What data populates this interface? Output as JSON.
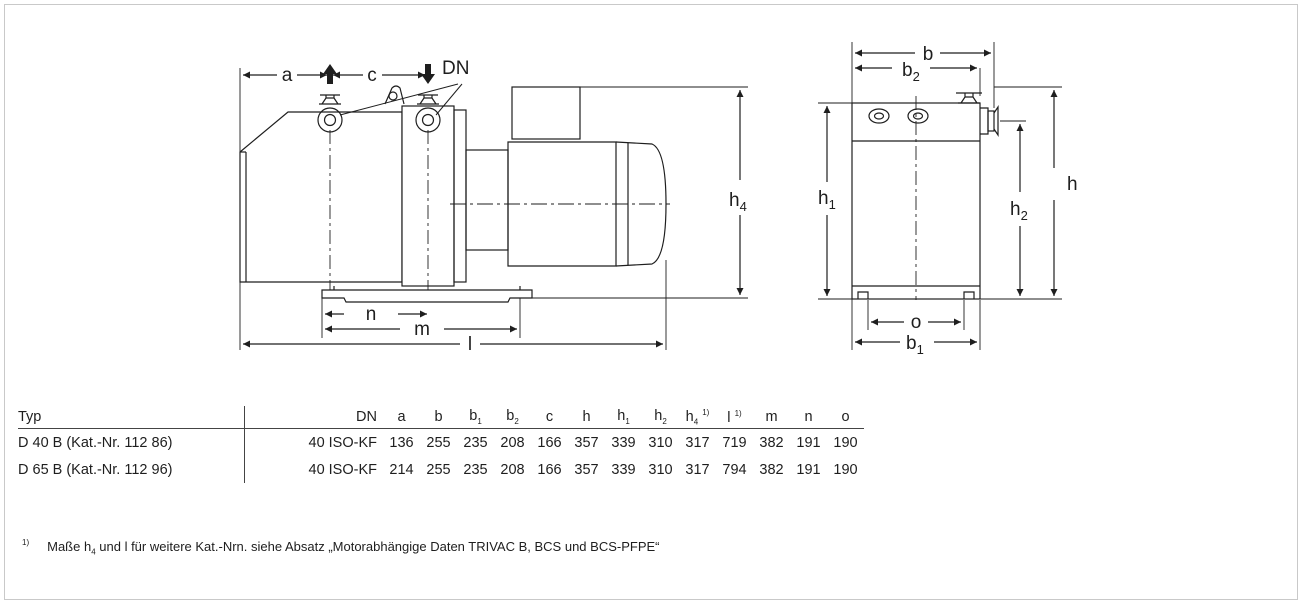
{
  "drawing": {
    "labels": {
      "a": "a",
      "c": "c",
      "dn": "DN",
      "n": "n",
      "m": "m",
      "l": "l",
      "h4": "h",
      "h4_sub": "4",
      "b": "b",
      "b2": "b",
      "b2_sub": "2",
      "h1": "h",
      "h1_sub": "1",
      "h2": "h",
      "h2_sub": "2",
      "h": "h",
      "o": "o",
      "b1": "b",
      "b1_sub": "1"
    }
  },
  "table": {
    "columns": [
      {
        "base": "Typ",
        "sub": "",
        "sup": ""
      },
      {
        "base": "DN",
        "sub": "",
        "sup": ""
      },
      {
        "base": "a",
        "sub": "",
        "sup": ""
      },
      {
        "base": "b",
        "sub": "",
        "sup": ""
      },
      {
        "base": "b",
        "sub": "1",
        "sup": ""
      },
      {
        "base": "b",
        "sub": "2",
        "sup": ""
      },
      {
        "base": "c",
        "sub": "",
        "sup": ""
      },
      {
        "base": "h",
        "sub": "",
        "sup": ""
      },
      {
        "base": "h",
        "sub": "1",
        "sup": ""
      },
      {
        "base": "h",
        "sub": "2",
        "sup": ""
      },
      {
        "base": "h",
        "sub": "4",
        "sup": "1)"
      },
      {
        "base": "l",
        "sub": "",
        "sup": "1)"
      },
      {
        "base": "m",
        "sub": "",
        "sup": ""
      },
      {
        "base": "n",
        "sub": "",
        "sup": ""
      },
      {
        "base": "o",
        "sub": "",
        "sup": ""
      }
    ],
    "rows": [
      [
        "D 40 B (Kat.-Nr. 112 86)",
        "40 ISO-KF",
        "136",
        "255",
        "235",
        "208",
        "166",
        "357",
        "339",
        "310",
        "317",
        "719",
        "382",
        "191",
        "190"
      ],
      [
        "D 65 B (Kat.-Nr. 112 96)",
        "40 ISO-KF",
        "214",
        "255",
        "235",
        "208",
        "166",
        "357",
        "339",
        "310",
        "317",
        "794",
        "382",
        "191",
        "190"
      ]
    ]
  },
  "footnote": {
    "mark": "1)",
    "text_before": "Maße h",
    "sub": "4",
    "text_after": " und l für weitere Kat.-Nrn. siehe Absatz „Motorabhängige Daten TRIVAC B, BCS und BCS-PFPE“"
  },
  "colors": {
    "line": "#1e1e1e",
    "frame": "#c9c9c9",
    "background": "#ffffff"
  }
}
